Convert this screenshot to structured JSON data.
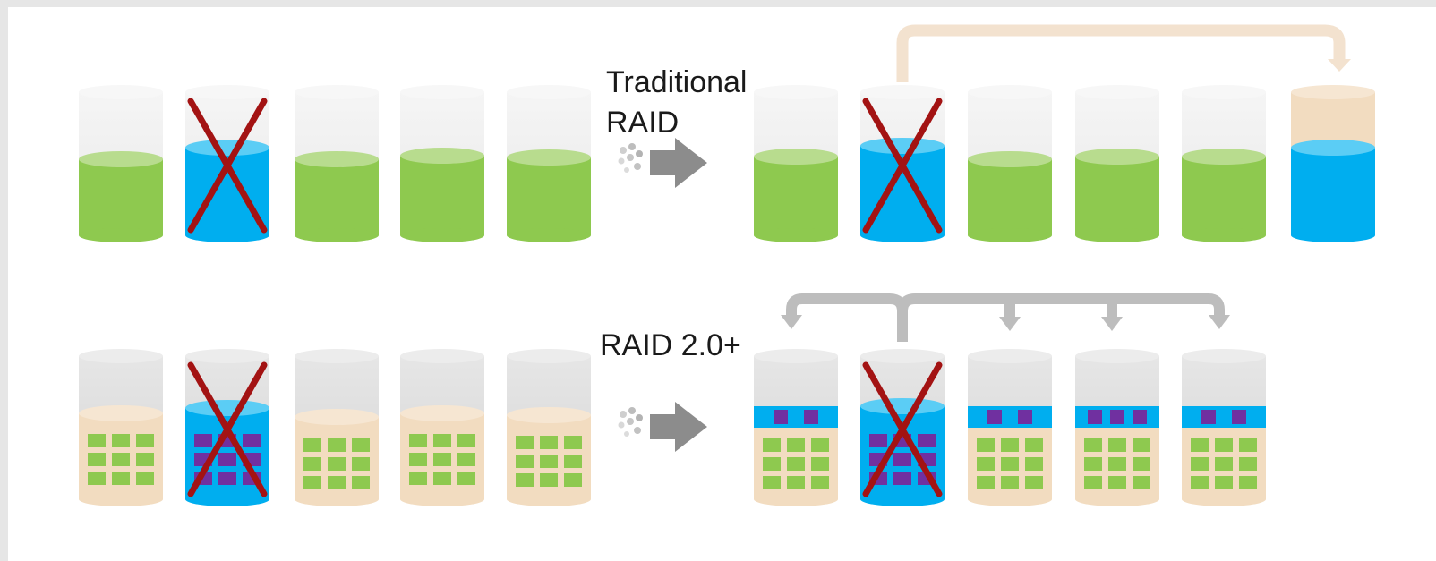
{
  "traditional_label": [
    "Traditional",
    "RAID"
  ],
  "raid2_label": "RAID 2.0+",
  "colors": {
    "green": "#8ec94f",
    "blue": "#00aeef",
    "tan": "#f2dcc0",
    "purple": "#7030a0",
    "gray_arrow": "#bdbdbd",
    "tan_arrow": "#f3e2cf",
    "cross": "#a31313"
  }
}
